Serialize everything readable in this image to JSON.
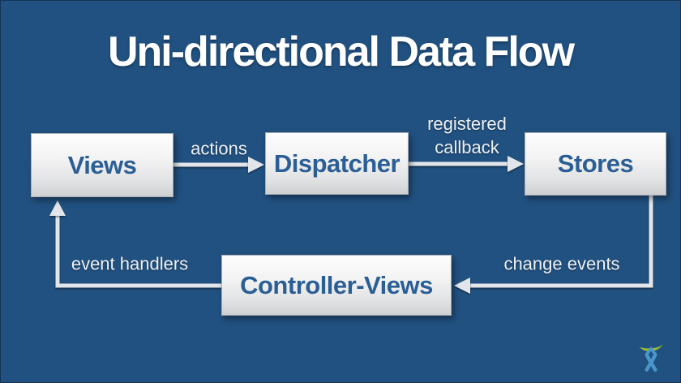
{
  "slide": {
    "title": "Uni-directional Data Flow"
  },
  "nodes": {
    "views": {
      "label": "Views"
    },
    "dispatcher": {
      "label": "Dispatcher"
    },
    "stores": {
      "label": "Stores"
    },
    "controller_views": {
      "label": "Controller-Views"
    }
  },
  "edges": {
    "actions": {
      "label": "actions",
      "from": "Views",
      "to": "Dispatcher"
    },
    "registered_callback": {
      "line1": "registered",
      "line2": "callback",
      "from": "Dispatcher",
      "to": "Stores"
    },
    "change_events": {
      "label": "change events",
      "from": "Stores",
      "to": "Controller-Views"
    },
    "event_handlers": {
      "label": "event handlers",
      "from": "Controller-Views",
      "to": "Views"
    }
  },
  "colors": {
    "background": "#215180",
    "node_fill_top": "#fdfdfd",
    "node_fill_bottom": "#cfd0d2",
    "node_text": "#2b5e95",
    "arrow": "#e2e6ea",
    "title_text": "#ffffff",
    "label_text": "#eef1f4",
    "logo_green": "#9cba30",
    "logo_blue": "#4a96cc"
  },
  "logo": {
    "name": "atlassian-charlie-logo"
  }
}
